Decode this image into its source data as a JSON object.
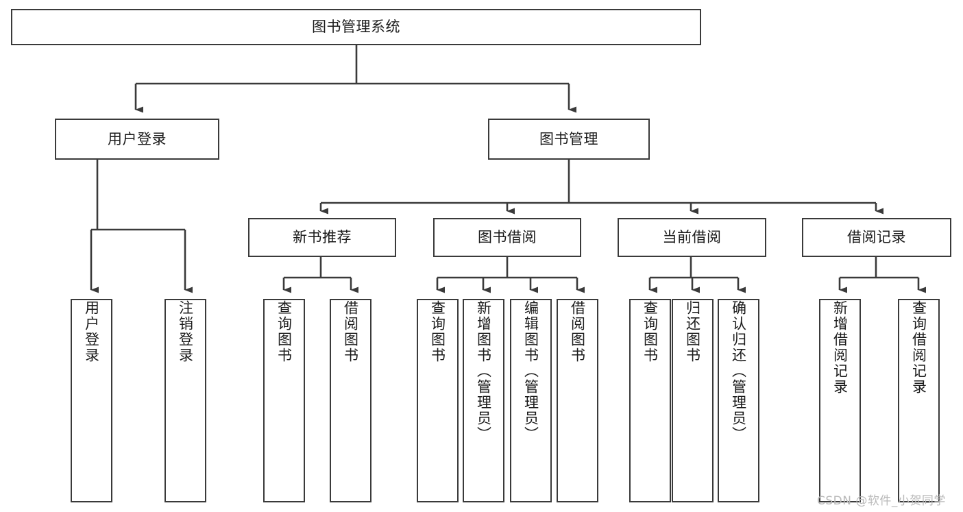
{
  "diagram": {
    "title": "图书管理系统",
    "type": "tree-structure-chart",
    "root": {
      "label": "图书管理系统"
    },
    "level2": [
      {
        "label": "用户登录"
      },
      {
        "label": "图书管理"
      }
    ],
    "level3": [
      {
        "label": "新书推荐"
      },
      {
        "label": "图书借阅"
      },
      {
        "label": "当前借阅"
      },
      {
        "label": "借阅记录"
      }
    ],
    "leaves": {
      "user_login": [
        {
          "label": "用户登录"
        },
        {
          "label": "注销登录"
        }
      ],
      "new_book_recommend": [
        {
          "label": "查询图书"
        },
        {
          "label": "借阅图书"
        }
      ],
      "book_borrow": [
        {
          "label": "查询图书"
        },
        {
          "label": "新增图书（管理员）"
        },
        {
          "label": "编辑图书（管理员）"
        },
        {
          "label": "借阅图书"
        }
      ],
      "current_borrow": [
        {
          "label": "查询图书"
        },
        {
          "label": "归还图书"
        },
        {
          "label": "确认归还（管理员）"
        }
      ],
      "borrow_records": [
        {
          "label": "新增借阅记录"
        },
        {
          "label": "查询借阅记录"
        }
      ]
    }
  },
  "watermark": {
    "text": "CSDN @软件_小贺同学"
  },
  "colors": {
    "box_border": "#3a3a3a",
    "box_fill": "#ffffff",
    "connector": "#3a3a3a",
    "text": "#1b1b1b",
    "watermark": "#b9b9b9"
  }
}
